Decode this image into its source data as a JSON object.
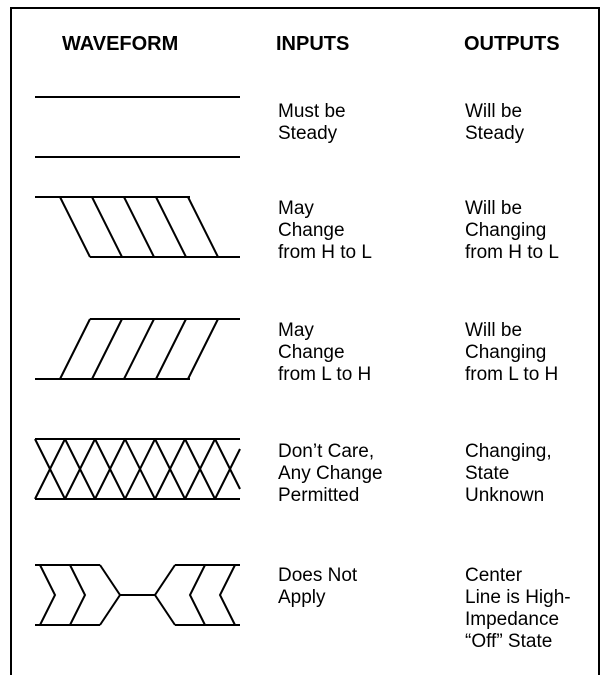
{
  "headers": {
    "waveform": "WAVEFORM",
    "inputs": "INPUTS",
    "outputs": "OUTPUTS"
  },
  "rows": [
    {
      "waveform_icon": "steady-lines",
      "input": "Must be\nSteady",
      "output": "Will be\nSteady"
    },
    {
      "waveform_icon": "falling-hatch",
      "input": "May\nChange\nfrom H to L",
      "output": "Will be\nChanging\nfrom H to L"
    },
    {
      "waveform_icon": "rising-hatch",
      "input": "May\nChange\nfrom L to H",
      "output": "Will be\nChanging\nfrom L to H"
    },
    {
      "waveform_icon": "cross-hatch",
      "input": "Don’t Care,\nAny Change\nPermitted",
      "output": "Changing,\nState\nUnknown"
    },
    {
      "waveform_icon": "chevron-center-line",
      "input": "Does Not\nApply",
      "output": "Center\nLine is High-\nImpedance\n“Off” State"
    }
  ]
}
